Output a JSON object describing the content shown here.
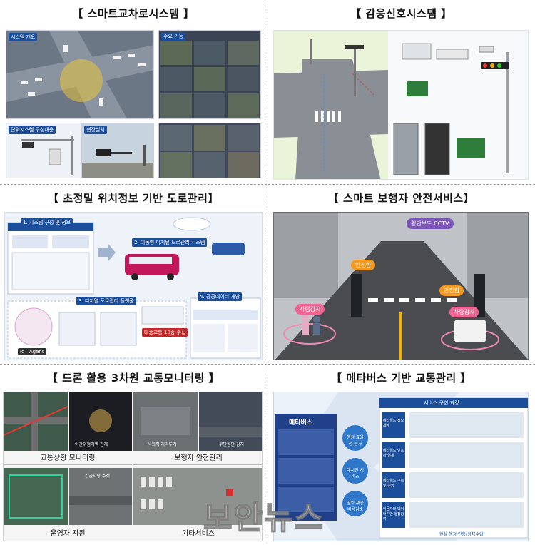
{
  "sections": {
    "smart_intersection": {
      "title": "【 스마트교차로시스템 】",
      "labels": [
        "시스템 개요",
        "주요 기능",
        "단위시스템 구성내용",
        "현장설치"
      ]
    },
    "sensing_signal": {
      "title": "【 감응신호시스템 】"
    },
    "precise_road": {
      "title": "【 초정밀 위치정보 기반 도로관리】",
      "labels": [
        "1. 시스템 구성 및 정보",
        "2. 이동형 디지털 도로관리 시스템",
        "3. 디지털 도로관리 플랫폼",
        "4. 공공데이터 개방",
        "IoT Agent",
        "대중교통 10종 수집"
      ]
    },
    "pedestrian_safety": {
      "title": "【 스마트 보행자 안전서비스】",
      "bubbles": [
        "횡단보도 CCTV",
        "안전한",
        "안전한",
        "사람감지",
        "차량감지"
      ]
    },
    "drone_monitoring": {
      "title": "【 드론 활용 3차원 교통모니터링 】",
      "captions": [
        "교통상황 모니터링",
        "보행자 안전관리",
        "운영자 지원",
        "기타서비스"
      ],
      "tile_labels": [
        "야간위험지역 관제",
        "사회적 거리두기",
        "무단횡단 감지",
        "긴급차량 추적"
      ]
    },
    "metaverse": {
      "title": "【 메타버스 기반 교통관리 】",
      "left_label": "메타버스",
      "service_title": "서비스 구현 과정",
      "steps": [
        "메타월드 정보체계",
        "메타월드 인프라 연계",
        "메타월드 구축 및 운영",
        "이용자와 데이터기반 행정참여"
      ],
      "circles": [
        "행정 효율성 증가",
        "대시민 서비스",
        "공익 제공 비용감소"
      ],
      "footer": "현실 행정 인증(정책수립)"
    }
  },
  "watermark": "보안뉴스",
  "colors": {
    "accent_blue": "#1b4f9c",
    "orange": "#f39a1e",
    "green": "#2e8b3e"
  }
}
